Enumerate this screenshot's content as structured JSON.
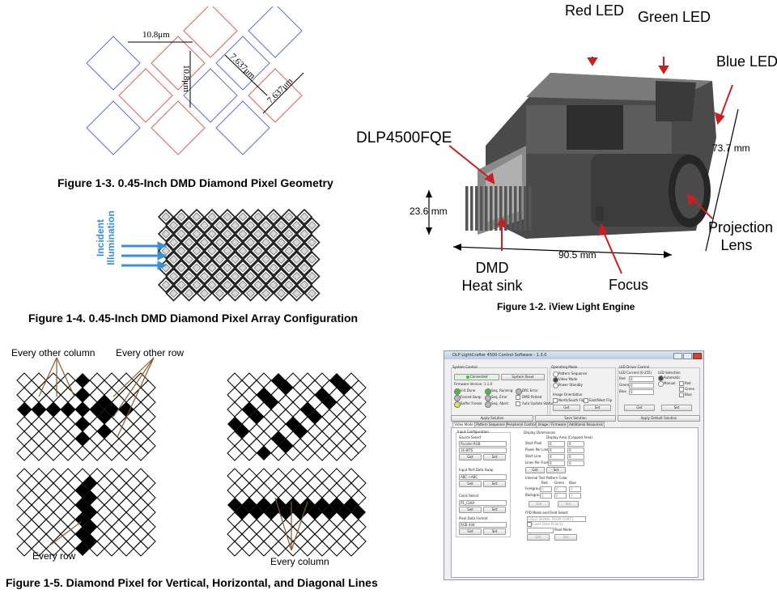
{
  "colors": {
    "pixel_red": "#e06060",
    "pixel_blue": "#5a6ed8",
    "arrow_blue": "#3a8fd8",
    "brown": "#8a5a2a",
    "led_green": "#3cc23c",
    "led_gray": "#b8b8b8",
    "red_arrow": "#c82020"
  },
  "fig13": {
    "caption": "Figure 1-3. 0.45-Inch DMD Diamond Pixel Geometry",
    "dim_width": "10.8μm",
    "dim_height": "10.8μm",
    "dim_side_a": "7.637μm",
    "dim_side_b": "7.637μm"
  },
  "fig14": {
    "caption": "Figure 1-4. 0.45-Inch DMD Diamond Pixel Array Configuration",
    "incident_label": "Incident Illumination"
  },
  "fig12": {
    "caption": "Figure 1-2. iView Light Engine",
    "red_led": "Red LED",
    "green_led": "Green LED",
    "blue_led": "Blue LED",
    "dmd_chip": "DLP4500FQE",
    "height": "23.6 mm",
    "depth": "73.7 mm",
    "width": "90.5 mm",
    "heat_sink": "DMD Heat sink",
    "focus": "Focus",
    "lens": "Projection Lens"
  },
  "fig15": {
    "caption": "Figure 1-5. Diamond Pixel for Vertical, Horizontal, and Diagonal Lines",
    "every_other_column": "Every other column",
    "every_other_row": "Every other row",
    "every_row": "Every row",
    "every_column": "Every column"
  },
  "software": {
    "title": "DLP LightCrafter 4500 Control Software - 1.3.0",
    "system_control": "System Control",
    "connected": "Connected",
    "system_reset": "System Reset",
    "firmware": "Firmware Version: 1.1.0",
    "status": [
      "Init Done",
      "Seq. Running",
      "DRC Error",
      "Forced Swap",
      "Seq. Error",
      "DMD Parked",
      "Buffer Freeze",
      "Seq. Abort",
      "Auto Update Status"
    ],
    "operating_mode": "Operating Mode",
    "modes": [
      "Pattern Sequence",
      "Video Mode",
      "Power Standby"
    ],
    "image_orientation": "Image Orientation",
    "ns_flip": "North/South Flip",
    "ew_flip": "East/West Flip",
    "get": "Get",
    "set": "Set",
    "led_driver": "LED Driver Control",
    "led_current": "LED Current (0-255)",
    "led_selection": "LED Selection",
    "red": "Red",
    "green": "Green",
    "blue": "Blue",
    "automatic": "Automatic",
    "manual": "Manual",
    "apply_solution": "Apply Solution",
    "save_solution": "Save Solution",
    "apply_default": "Apply Default Solution",
    "tabs": [
      "Video Mode",
      "Pattern Sequence",
      "Peripheral Control",
      "Image / Firmware",
      "Additional Resources"
    ],
    "input_config": "Input Configuration",
    "source_select": "Source Select",
    "source_value": "Parallel RGB",
    "bits_value": "16 BITS",
    "port_swap": "Input Port Data Swap",
    "port_value": "ABC->ABC",
    "clock_select": "Clock Select",
    "clock_value": "P1_CLKA",
    "pixel_format": "Pixel Data Format",
    "format_value": "RGB 444",
    "display_dims": "Display Dimensions",
    "display_area": "Display Area (Cropped Area)",
    "dims": [
      "Start Pixel",
      "Pixels Per Line",
      "Start Line",
      "Lines Per Frame"
    ],
    "test_color": "Internal Test Pattern Color",
    "foreground": "Foreground",
    "background": "Background",
    "fpd": "FPD Mode and Field Select",
    "fpd_value": "FIELD SIGNAL FROM CONT1",
    "invert": "Invert Data Polarity",
    "pixel_mode": "Pixel Mode",
    "zero": "0"
  }
}
